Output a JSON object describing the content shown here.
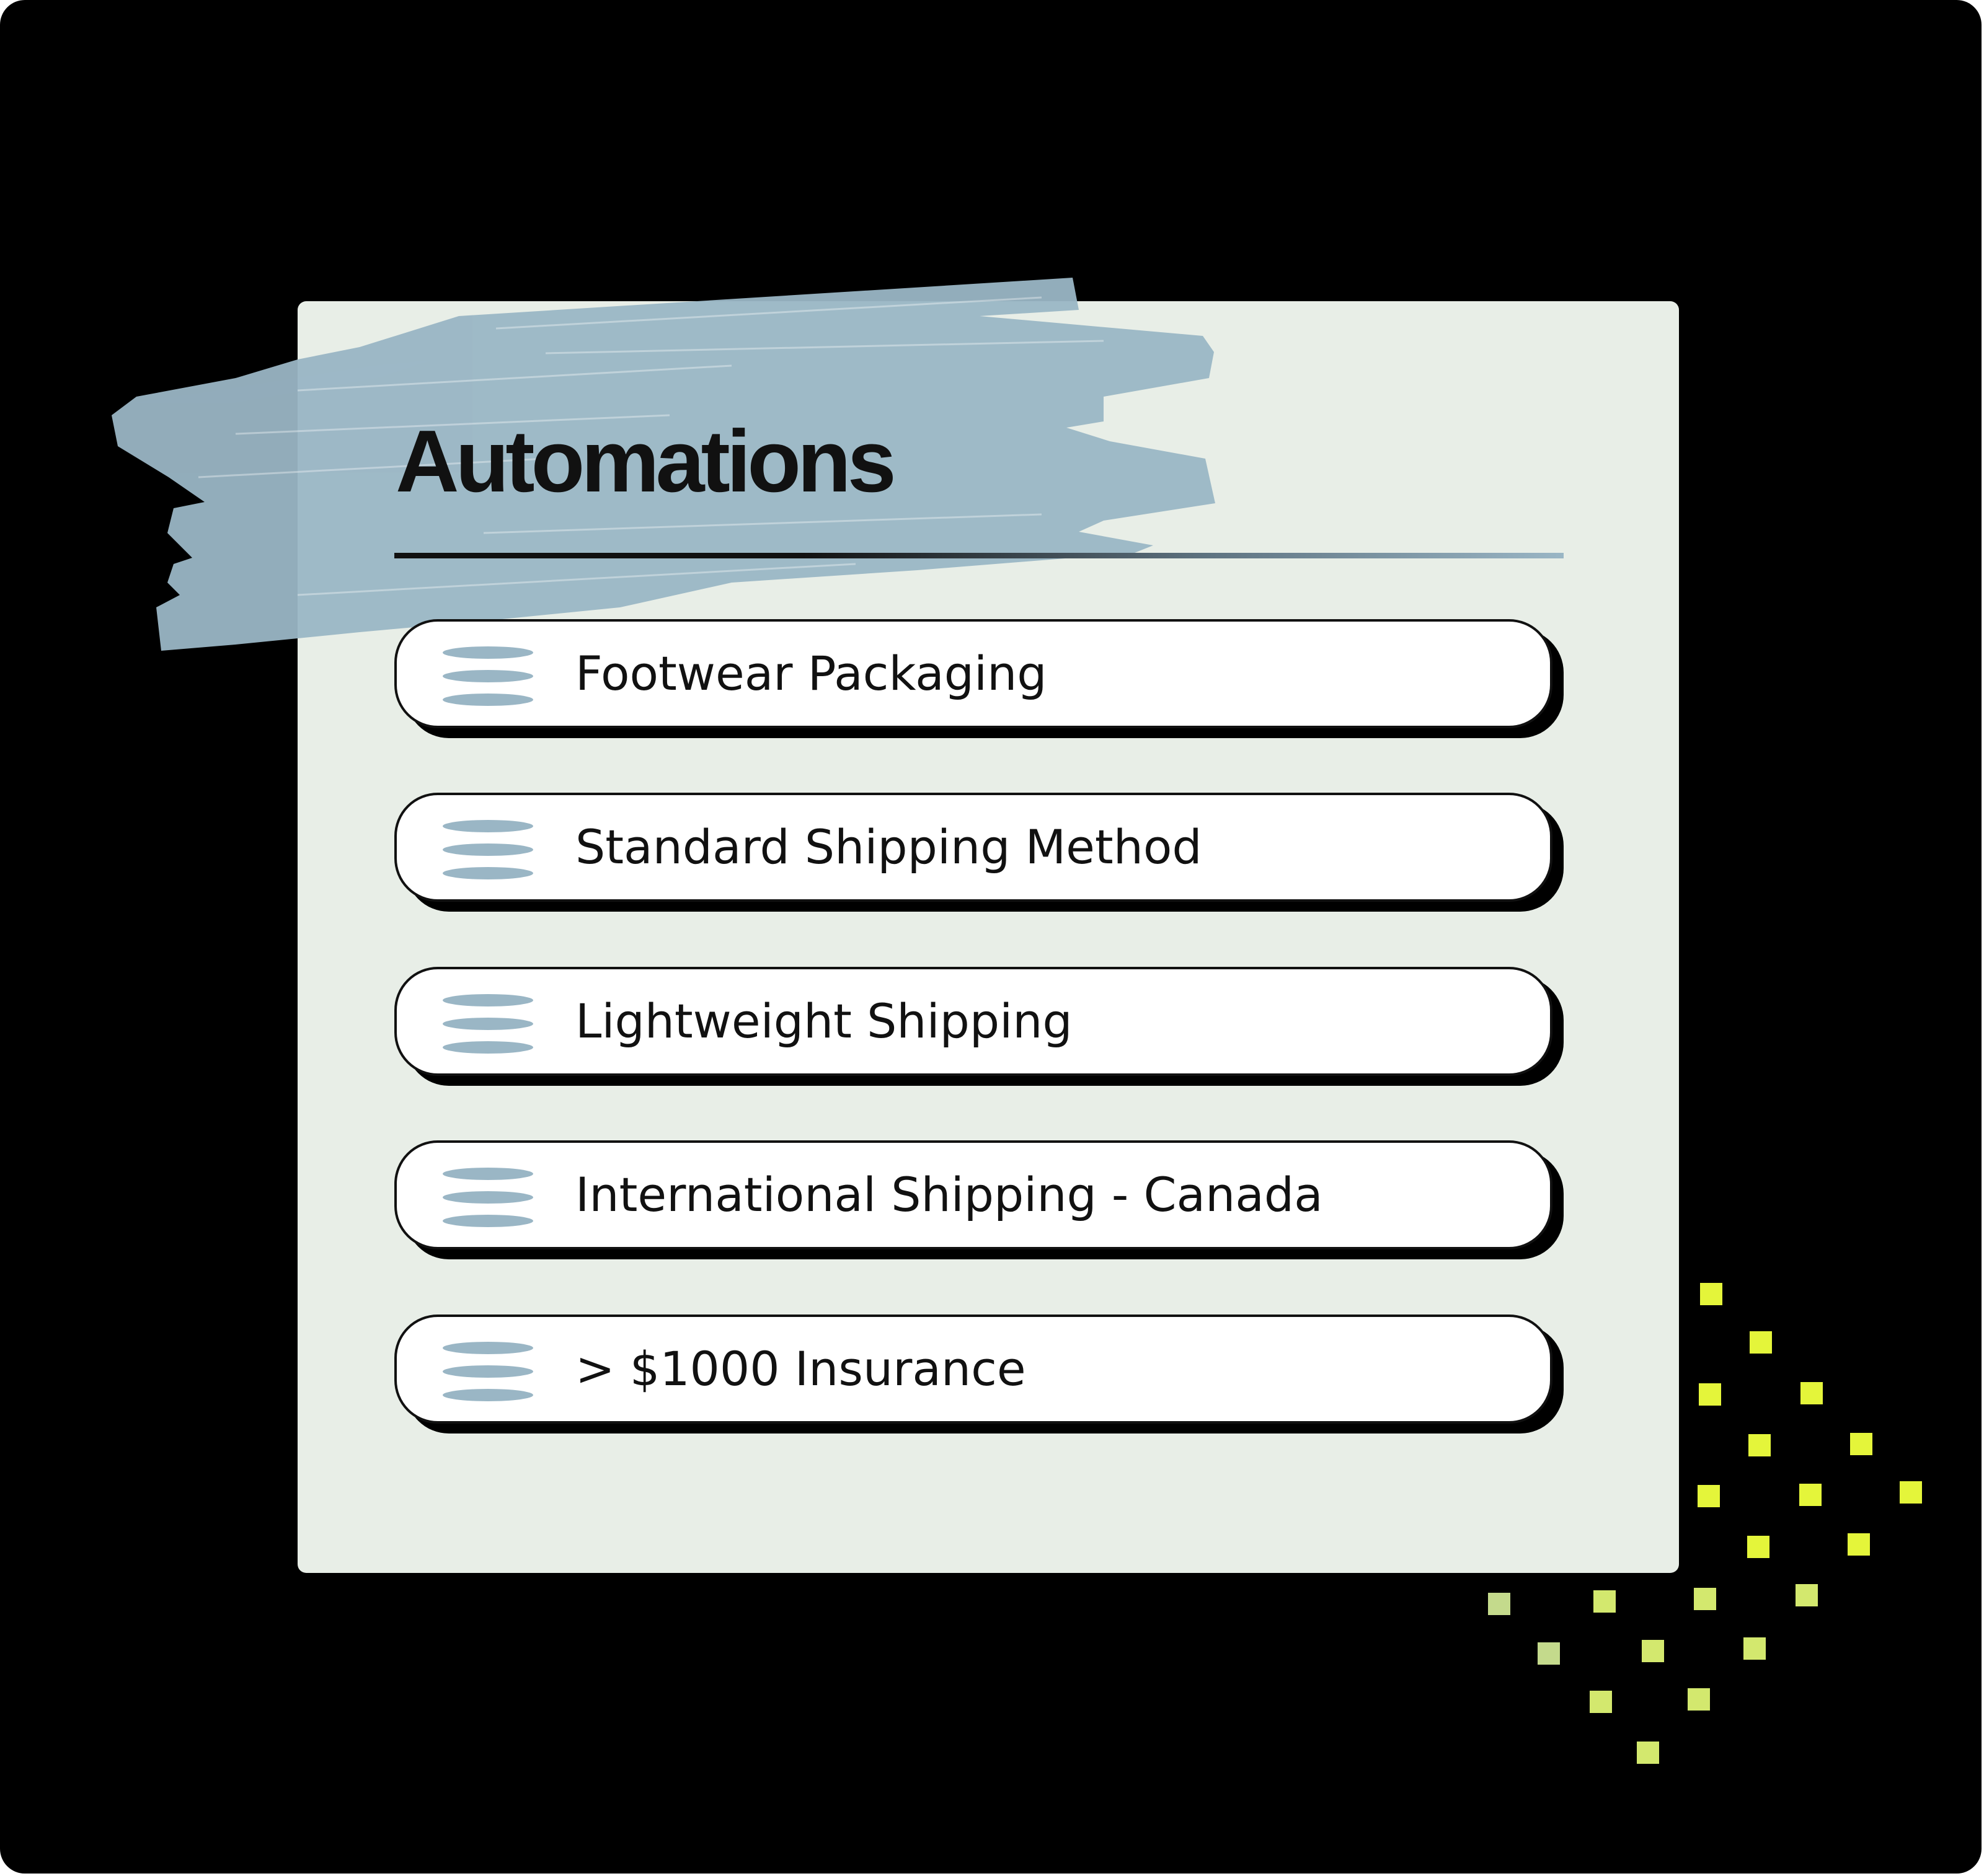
{
  "header": {
    "title": "Automations"
  },
  "automations": [
    {
      "label": "Footwear Packaging",
      "icon": "drag-handle-icon"
    },
    {
      "label": "Standard Shipping Method",
      "icon": "drag-handle-icon"
    },
    {
      "label": "Lightweight Shipping",
      "icon": "drag-handle-icon"
    },
    {
      "label": "International Shipping - Canada",
      "icon": "drag-handle-icon"
    },
    {
      "label": "> $1000 Insurance",
      "icon": "drag-handle-icon"
    }
  ],
  "colors": {
    "background": "#000000",
    "panel": "#e8eee7",
    "brush": "#9ab6c5",
    "accent_dots": "#e4f53a",
    "text": "#111111"
  }
}
